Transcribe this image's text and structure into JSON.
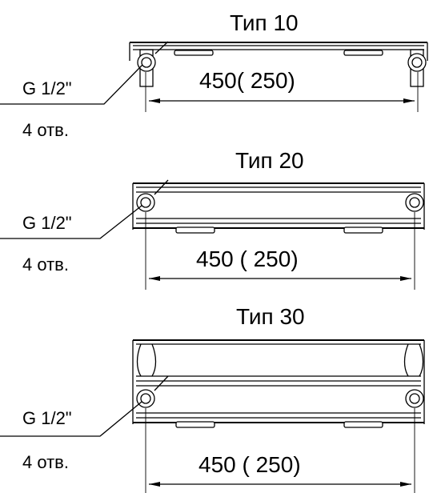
{
  "drawings": [
    {
      "title": "Тип 10",
      "dimension": "450(  250)",
      "thread": "G 1/2\"",
      "holes": "4 отв."
    },
    {
      "title": "Тип 20",
      "dimension": "450 (  250)",
      "thread": "G 1/2\"",
      "holes": "4 отв."
    },
    {
      "title": "Тип 30",
      "dimension": "450 (  250)",
      "thread": "G 1/2\"",
      "holes": "4 отв."
    }
  ]
}
